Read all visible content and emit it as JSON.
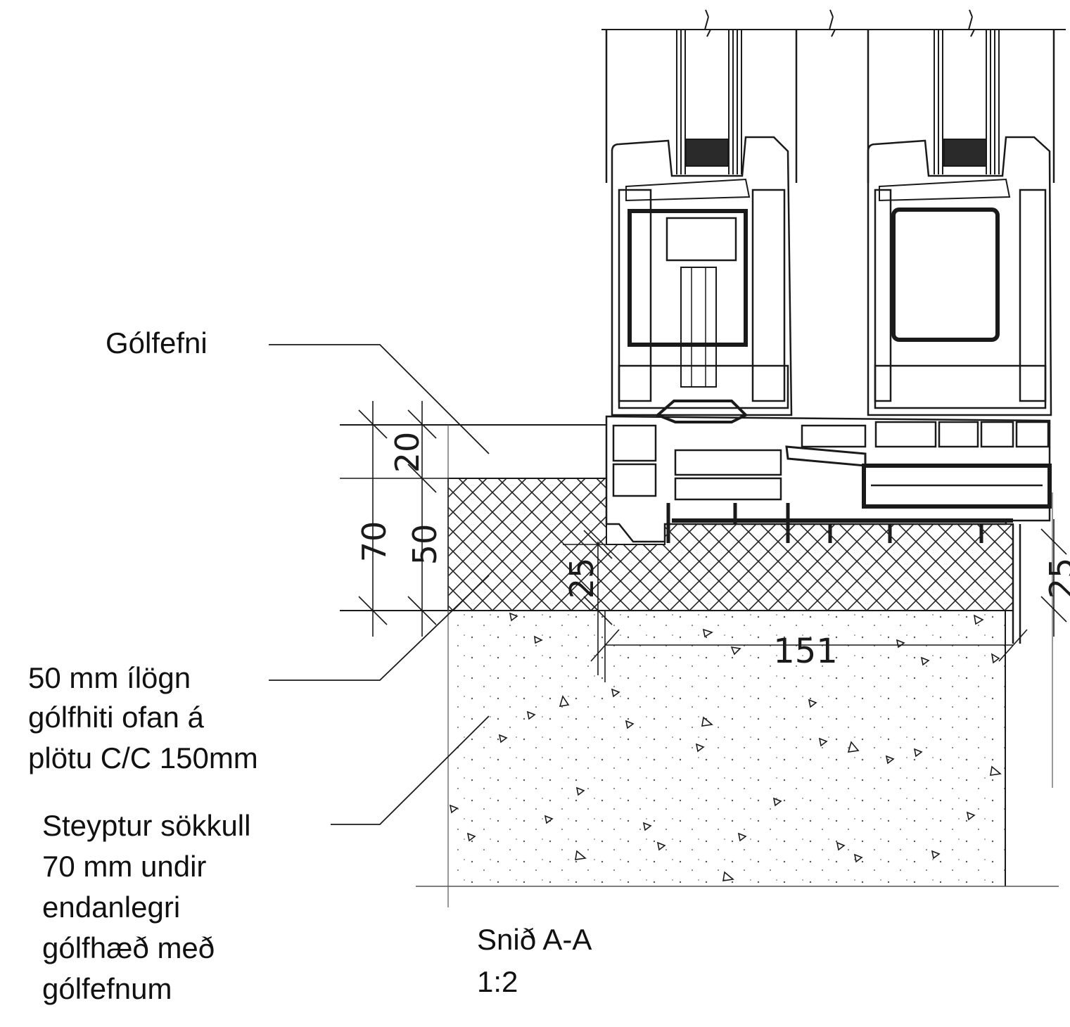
{
  "labels": {
    "golfefni": "Gólfefni",
    "ilogn": [
      "50 mm ílögn",
      "gólfhiti ofan á",
      "plötu C/C 150mm"
    ],
    "sokkull": [
      "Steyptur sökkull",
      "70 mm undir",
      "endanlegri",
      "gólfhæð með",
      "gólfefnum"
    ],
    "section_title": "Snið A-A",
    "scale": "1:2"
  },
  "dimensions": {
    "total_height": "70",
    "top_layer": "20",
    "screed": "50",
    "step": "25",
    "right_edge": "25",
    "width": "151"
  },
  "colors": {
    "line": "#1a1a1a",
    "thin_line": "#555555"
  }
}
